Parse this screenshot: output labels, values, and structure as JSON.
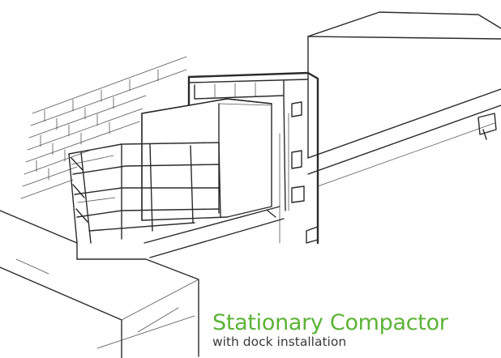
{
  "caption": {
    "title": "Stationary Compactor",
    "subtitle": "with dock installation"
  },
  "colors": {
    "title": "#5cb336",
    "subtitle": "#3a3a3a",
    "linework": "#2a2a2a",
    "background": "#ffffff"
  },
  "illustration": {
    "subject": "stationary-compactor-with-dock-installation",
    "style": "pen line drawing"
  }
}
